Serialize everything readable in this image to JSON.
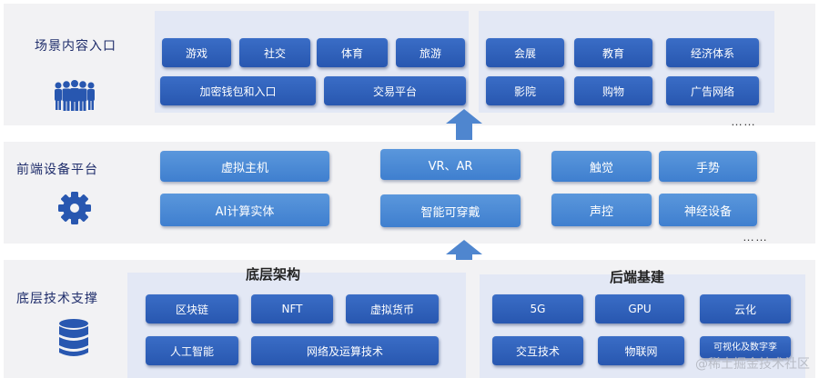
{
  "layers": {
    "top": {
      "label": "场景内容入口",
      "icon": "people-group-icon",
      "left_items": [
        "游戏",
        "社交",
        "体育",
        "旅游"
      ],
      "left_items_row2": [
        "加密钱包和入口",
        "交易平台"
      ],
      "right_items": [
        "会展",
        "教育",
        "经济体系"
      ],
      "right_items_row2": [
        "影院",
        "购物",
        "广告网络"
      ],
      "ellipsis": "……"
    },
    "middle": {
      "label": "前端设备平台",
      "icon": "gear-icon",
      "items": [
        "虚拟主机",
        "VR、AR",
        "触觉",
        "手势",
        "AI计算实体",
        "智能可穿戴",
        "声控",
        "神经设备"
      ],
      "ellipsis": "……"
    },
    "bottom": {
      "label": "底层技术支撑",
      "icon": "database-icon",
      "left_title": "底层架构",
      "left_items": [
        "区块链",
        "NFT",
        "虚拟货币",
        "人工智能",
        "网络及运算技术"
      ],
      "right_title": "后端基建",
      "right_items": [
        "5G",
        "GPU",
        "云化",
        "交互技术",
        "物联网",
        "可视化及数字孪"
      ]
    }
  },
  "watermark": "@稀土掘金技术社区",
  "colors": {
    "band_bg": "#f2f2f4",
    "panel_bg": "#e3e8f5",
    "dark_button": "#2f60b8",
    "light_button": "#4a88d6",
    "label_text": "#1f2d6b",
    "arrow": "#4f86cf"
  }
}
